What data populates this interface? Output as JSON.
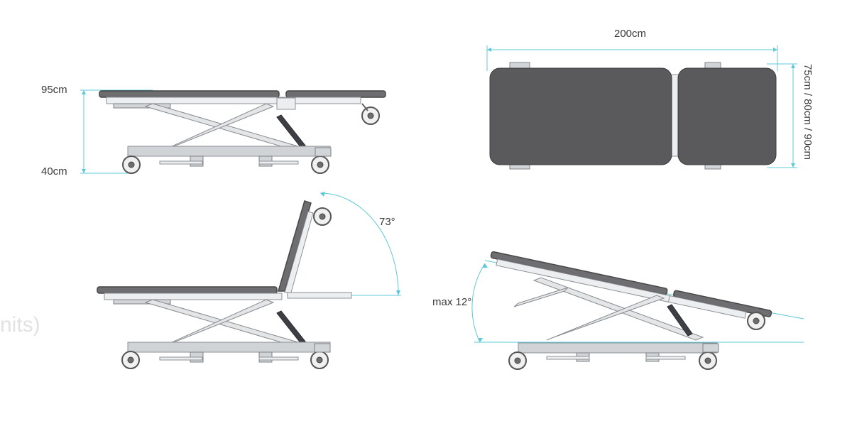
{
  "labels": {
    "height_max": "95cm",
    "height_min": "40cm",
    "length": "200cm",
    "width": "75cm / 80cm / 90cm",
    "backrest_angle": "73°",
    "tilt": "max 12°",
    "ghost_text": "nits)"
  },
  "colors": {
    "dimension_line": "#5ec8d8",
    "upholstery": "#5a5a5c",
    "frame": "#eceef0",
    "actuator": "#3d3f44"
  }
}
